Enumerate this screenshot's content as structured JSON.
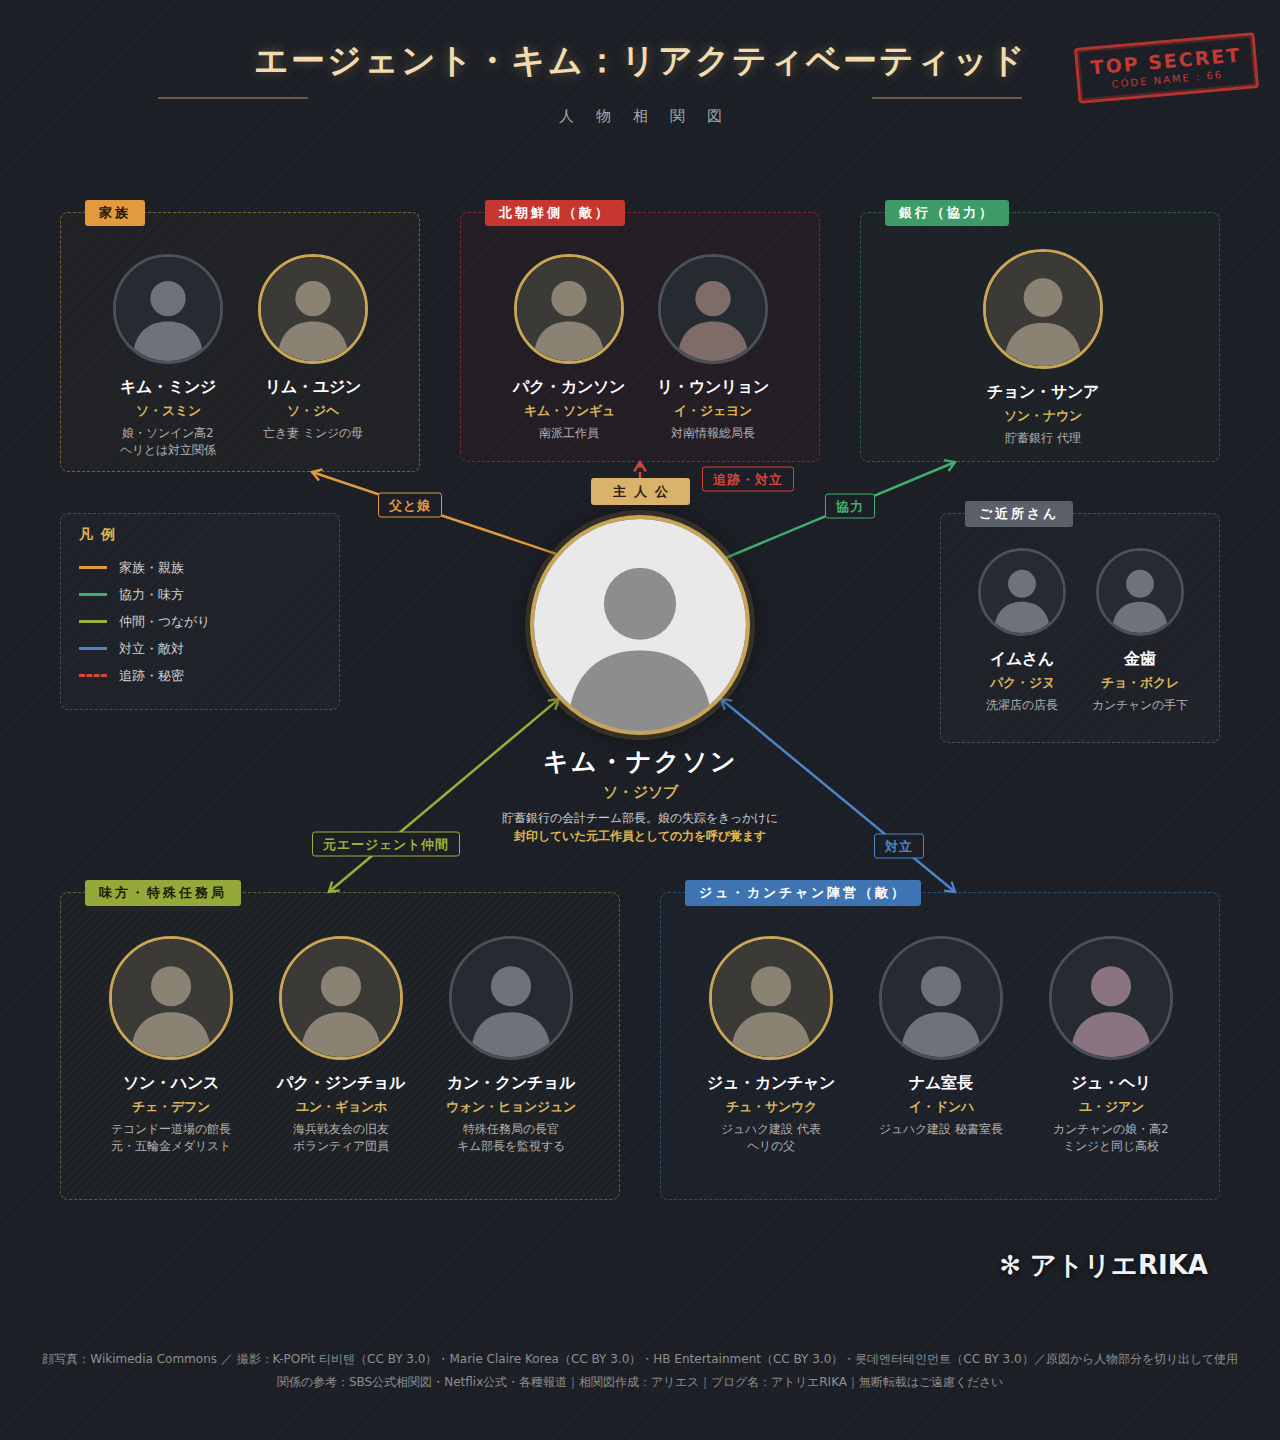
{
  "diagram": {
    "title": "エージェント・キム：リアクティベーティッド",
    "nodes": [
      {
        "text": [
          "TOP SECRET",
          "CODE NAME : 66"
        ]
      },
      {
        "text": [
          "家族"
        ]
      },
      {
        "text": [
          "キム・ミンジ",
          "ソ・スミン",
          "娘・ソンイン高2 ヘリとは対立関係"
        ],
        "in": 1
      },
      {
        "text": [
          "リム・ユジン",
          "ソ・ジヘ",
          "亡き妻 ミンジの母"
        ],
        "in": 1
      },
      {
        "text": [
          "北朝鮮側（敵）"
        ]
      },
      {
        "text": [
          "パク・カンソン",
          "キム・ソンギュ",
          "南派工作員"
        ],
        "in": 4
      },
      {
        "text": [
          "リ・ウンリョン",
          "イ・ジェヨン",
          "対南情報総局長"
        ],
        "in": 4
      },
      {
        "text": [
          "銀行（協力）"
        ]
      },
      {
        "text": [
          "チョン・サンア",
          "ソン・ナウン",
          "貯蓄銀行 代理"
        ],
        "in": 7
      },
      {
        "text": [
          "主人公",
          "キム・ナクソン",
          "ソ・ジソブ",
          "貯蓄銀行の会計チーム部長。娘の失踪をきっかけに",
          "封印していた元工作員としての力を呼び覚ます"
        ]
      },
      {
        "text": [
          "ご近所さん"
        ]
      },
      {
        "text": [
          "イムさん",
          "パク・ジヌ",
          "洗濯店の店長"
        ],
        "in": 10
      },
      {
        "text": [
          "金歯",
          "チョ・ボクレ",
          "カンチャンの手下"
        ],
        "in": 10
      },
      {
        "text": [
          "味方・特殊任務局"
        ]
      },
      {
        "text": [
          "ソン・ハンス",
          "チェ・デフン",
          "テコンドー道場の館長 元・五輪金メダリスト"
        ],
        "in": 13
      },
      {
        "text": [
          "パク・ジンチョル",
          "ユン・ギョンホ",
          "海兵戦友会の旧友 ボランティア団員"
        ],
        "in": 13
      },
      {
        "text": [
          "カン・クンチョル",
          "ウォン・ヒョンジュン",
          "特殊任務局の長官 キム部長を監視する"
        ],
        "in": 13
      },
      {
        "text": [
          "ジュ・カンチャン陣営（敵）"
        ]
      },
      {
        "text": [
          "ジュ・カンチャン",
          "チュ・サンウク",
          "ジュハク建設 代表 ヘリの父"
        ],
        "in": 17
      },
      {
        "text": [
          "ナム室長",
          "イ・ドンハ",
          "ジュハク建設 秘書室長"
        ],
        "in": 17
      },
      {
        "text": [
          "ジュ・ヘリ",
          "ユ・ジアン",
          "カンチャンの娘・高2 ミンジと同じ高校"
        ],
        "in": 17
      }
    ],
    "edges": [
      {
        "from": 9,
        "to": 1,
        "arrow": "to",
        "label": "父と娘"
      },
      {
        "from": 9,
        "to": 4,
        "arrow": "to",
        "label": "追跡・対立"
      },
      {
        "from": 9,
        "to": 7,
        "arrow": "to",
        "label": "協力"
      },
      {
        "from": 9,
        "to": 13,
        "arrow": "both",
        "label": "元エージェント仲間"
      },
      {
        "from": 9,
        "to": 17,
        "arrow": "both",
        "label": "対立"
      }
    ],
    "labels": [
      "人物相関図",
      "凡例",
      "✻ アトリエRIKA",
      "顔写真：Wikimedia Commons ／ 撮影：K-POPit 티비텐（CC BY 3.0）・Marie Claire Korea（CC BY 3.0）・HB Entertainment（CC BY 3.0）・롯데엔터테인먼트（CC BY 3.0）／原図から人物部分を切り出して使用",
      "関係の参考：SBS公式相関図・Netflix公式・各種報道｜相関図作成：アリエス｜ブログ名：アトリエRIKA｜無断転載はご遠慮ください"
    ],
    "legend": [
      {
        "text": "家族・親族"
      },
      {
        "text": "協力・味方"
      },
      {
        "text": "仲間・つながり"
      },
      {
        "text": "対立・敵対"
      },
      {
        "text": "追跡・秘密"
      }
    ]
  }
}
